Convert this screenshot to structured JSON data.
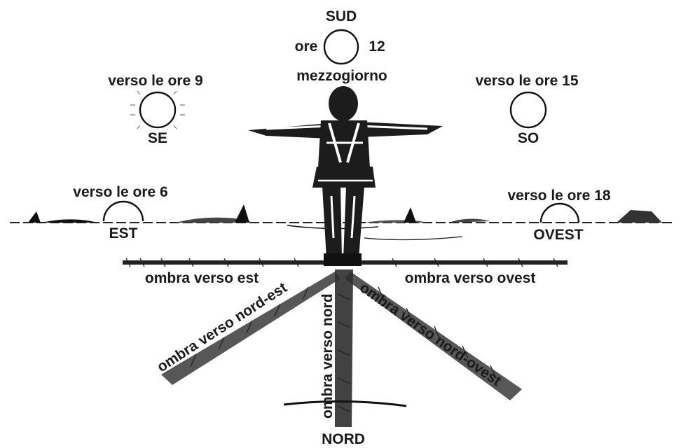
{
  "noon": {
    "direction": "SUD",
    "ore": "ore",
    "hour": "12",
    "caption": "mezzogiorno"
  },
  "morning9": {
    "label": "verso le ore 9",
    "direction": "SE"
  },
  "afternoon15": {
    "label": "verso le ore 15",
    "direction": "SO"
  },
  "sunrise": {
    "label": "verso le ore 6",
    "direction": "EST"
  },
  "sunset": {
    "label": "verso le ore 18",
    "direction": "OVEST"
  },
  "shadows": {
    "east": "ombra verso est",
    "west": "ombra verso ovest",
    "northeast": "ombra verso nord-est",
    "northwest": "ombra verso nord-ovest",
    "north": "ombra verso nord"
  },
  "north_label": "NORD"
}
